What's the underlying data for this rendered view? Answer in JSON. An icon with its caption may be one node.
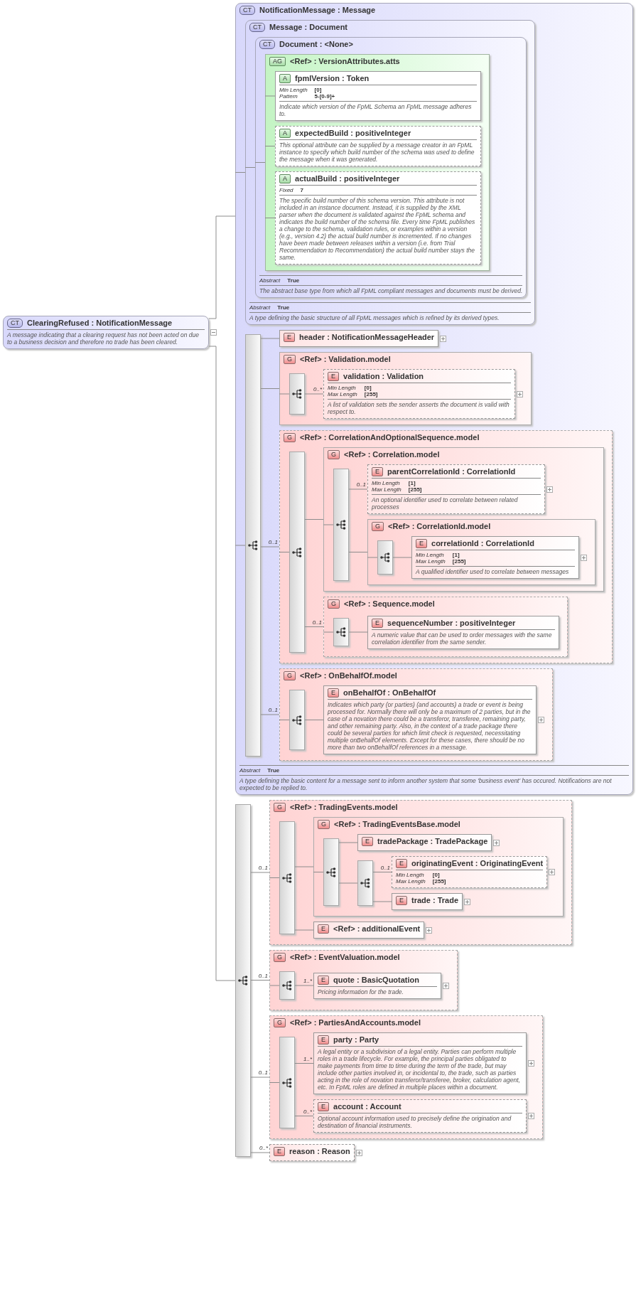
{
  "diagram": {
    "nodes": [
      {
        "text": [
          "CT",
          "ClearingRefused : NotificationMessage",
          "A message indicating that a clearing request has not been acted on due to a business decision and therefore no trade has been cleared."
        ]
      },
      {
        "text": [
          "CT",
          "NotificationMessage : Message",
          "Abstract",
          "True",
          "A type defining the basic content for a message sent to inform another system that some 'business event' has occured. Notifications are not expected to be replied to."
        ]
      },
      {
        "text": [
          "CT",
          "Message : Document",
          "Abstract",
          "True",
          "A type defining the basic structure of all FpML messages which is refined by its derived types."
        ],
        "in": 1
      },
      {
        "text": [
          "CT",
          "Document : <None>",
          "Abstract",
          "True",
          "The abstract base type from which all FpML compliant messages and documents must be derived."
        ],
        "in": 2
      },
      {
        "text": [
          "AG",
          "<Ref> : VersionAttributes.atts"
        ],
        "in": 3
      },
      {
        "text": [
          "A",
          "fpmlVersion : Token",
          "Min Length",
          "[0]",
          "Pattern",
          "5-[0-9]+",
          "Indicate which version of the FpML Schema an FpML message adheres to."
        ],
        "in": 4
      },
      {
        "text": [
          "A",
          "expectedBuild : positiveInteger",
          "This optional attribute can be supplied by a message creator in an FpML instance to specify which build number of the schema was used to define the message when it was generated."
        ],
        "in": 4
      },
      {
        "text": [
          "A",
          "actualBuild : positiveInteger",
          "Fixed",
          "7",
          "The specific build number of this schema version. This attribute is not included in an instance document. Instead, it is supplied by the XML parser when the document is validated against the FpML schema and indicates the build number of the schema file. Every time FpML publishes a change to the schema, validation rules, or examples within a version (e.g., version 4.2) the actual build number is incremented. If no changes have been made between releases within a version (i.e. from Trial Recommendation to Recommendation) the actual build number stays the same."
        ],
        "in": 4
      },
      {
        "text": [],
        "shape": "bar",
        "in": 1
      },
      {
        "text": [
          "E",
          "header : NotificationMessageHeader"
        ],
        "in": 1
      },
      {
        "text": [
          "G",
          "<Ref> : Validation.model"
        ],
        "in": 1
      },
      {
        "text": [],
        "shape": "bar",
        "in": 10
      },
      {
        "text": [
          "E",
          "validation : Validation",
          "Min Length",
          "[0]",
          "Max Length",
          "[255]",
          "A list of validation sets the sender asserts the document is valid with respect to."
        ],
        "in": 10
      },
      {
        "text": [
          "G",
          "<Ref> : CorrelationAndOptionalSequence.model"
        ],
        "in": 1
      },
      {
        "text": [],
        "shape": "bar",
        "in": 13
      },
      {
        "text": [
          "G",
          "<Ref> : Correlation.model"
        ],
        "in": 13
      },
      {
        "text": [],
        "shape": "bar",
        "in": 15
      },
      {
        "text": [
          "E",
          "parentCorrelationId : CorrelationId",
          "Min Length",
          "[1]",
          "Max Length",
          "[255]",
          "An optional identifier used to correlate between related processes"
        ],
        "in": 15
      },
      {
        "text": [
          "G",
          "<Ref> : CorrelationId.model"
        ],
        "in": 15
      },
      {
        "text": [],
        "shape": "bar",
        "in": 18
      },
      {
        "text": [
          "E",
          "correlationId : CorrelationId",
          "Min Length",
          "[1]",
          "Max Length",
          "[255]",
          "A qualified identifier used to correlate between messages"
        ],
        "in": 18
      },
      {
        "text": [
          "G",
          "<Ref> : Sequence.model"
        ],
        "in": 13
      },
      {
        "text": [],
        "shape": "bar",
        "in": 21
      },
      {
        "text": [
          "E",
          "sequenceNumber : positiveInteger",
          "A numeric value that can be used to order messages with the same correlation identifier from the same sender."
        ],
        "in": 21
      },
      {
        "text": [
          "G",
          "<Ref> : OnBehalfOf.model"
        ],
        "in": 1
      },
      {
        "text": [],
        "shape": "bar",
        "in": 24
      },
      {
        "text": [
          "E",
          "onBehalfOf : OnBehalfOf",
          "Indicates which party (or parties) (and accounts) a trade or event is being processed for. Normally there will only be a maximum of 2 parties, but in the case of a novation there could be a transferor, transferee, remaining party, and other remaining party. Also, in the context of a trade package there could be several parties for which limit check is requested, necessitating multiple onBehalfOf elements. Except for these cases, there should be no more than two onBehalfOf references in a message."
        ],
        "in": 24
      },
      {
        "text": [],
        "shape": "bar"
      },
      {
        "text": [
          "G",
          "<Ref> : TradingEvents.model"
        ]
      },
      {
        "text": [],
        "shape": "bar",
        "in": 28
      },
      {
        "text": [
          "G",
          "<Ref> : TradingEventsBase.model"
        ],
        "in": 28
      },
      {
        "text": [],
        "shape": "bar",
        "in": 30
      },
      {
        "text": [
          "E",
          "tradePackage : TradePackage"
        ],
        "in": 30
      },
      {
        "text": [],
        "shape": "bar",
        "in": 30
      },
      {
        "text": [
          "E",
          "originatingEvent : OriginatingEvent",
          "Min Length",
          "[0]",
          "Max Length",
          "[255]"
        ],
        "in": 30
      },
      {
        "text": [
          "E",
          "trade : Trade"
        ],
        "in": 30
      },
      {
        "text": [
          "E",
          "<Ref> : additionalEvent"
        ],
        "in": 28
      },
      {
        "text": [
          "G",
          "<Ref> : EventValuation.model"
        ]
      },
      {
        "text": [],
        "shape": "bar",
        "in": 37
      },
      {
        "text": [
          "E",
          "quote : BasicQuotation",
          "Pricing information for the trade."
        ],
        "in": 37
      },
      {
        "text": [
          "G",
          "<Ref> : PartiesAndAccounts.model"
        ]
      },
      {
        "text": [],
        "shape": "bar",
        "in": 40
      },
      {
        "text": [
          "E",
          "party : Party",
          "A legal entity or a subdivision of a legal entity. Parties can perform multiple roles in a trade lifecycle. For example, the principal parties obligated to make payments from time to time during the term of the trade, but may include other parties involved in, or incidental to, the trade, such as parties acting in the role of novation transferor/transferee, broker, calculation agent, etc. In FpML roles are defined in multiple places within a document."
        ],
        "in": 40
      },
      {
        "text": [
          "E",
          "account : Account",
          "Optional account information used to precisely define the origination and destination of financial instruments."
        ],
        "in": 40
      },
      {
        "text": [
          "E",
          "reason : Reason"
        ]
      }
    ],
    "edges": [
      {
        "from": 0,
        "to": 1,
        "arrow": "none"
      },
      {
        "from": 0,
        "to": 27,
        "arrow": "none"
      },
      {
        "from": 1,
        "to": 2,
        "arrow": "none"
      },
      {
        "from": 2,
        "to": 3,
        "arrow": "none"
      },
      {
        "from": 3,
        "to": 4,
        "arrow": "none"
      },
      {
        "from": 4,
        "to": 5,
        "arrow": "none"
      },
      {
        "from": 4,
        "to": 6,
        "arrow": "none"
      },
      {
        "from": 4,
        "to": 7,
        "arrow": "none"
      },
      {
        "from": 1,
        "to": 8,
        "arrow": "none"
      },
      {
        "from": 8,
        "to": 9,
        "arrow": "none"
      },
      {
        "from": 8,
        "to": 10,
        "arrow": "none"
      },
      {
        "from": 10,
        "to": 11,
        "arrow": "none"
      },
      {
        "from": 11,
        "to": 12,
        "arrow": "none",
        "label": "0..*"
      },
      {
        "from": 8,
        "to": 13,
        "arrow": "none",
        "label": "0..1"
      },
      {
        "from": 13,
        "to": 14,
        "arrow": "none"
      },
      {
        "from": 14,
        "to": 15,
        "arrow": "none"
      },
      {
        "from": 15,
        "to": 16,
        "arrow": "none"
      },
      {
        "from": 16,
        "to": 17,
        "arrow": "none",
        "label": "0..1"
      },
      {
        "from": 16,
        "to": 18,
        "arrow": "none"
      },
      {
        "from": 18,
        "to": 19,
        "arrow": "none"
      },
      {
        "from": 19,
        "to": 20,
        "arrow": "none"
      },
      {
        "from": 14,
        "to": 21,
        "arrow": "none",
        "label": "0..1"
      },
      {
        "from": 21,
        "to": 22,
        "arrow": "none"
      },
      {
        "from": 22,
        "to": 23,
        "arrow": "none"
      },
      {
        "from": 8,
        "to": 24,
        "arrow": "none",
        "label": "0..1"
      },
      {
        "from": 24,
        "to": 25,
        "arrow": "none"
      },
      {
        "from": 25,
        "to": 26,
        "arrow": "none"
      },
      {
        "from": 27,
        "to": 28,
        "arrow": "none",
        "label": "0..1"
      },
      {
        "from": 28,
        "to": 29,
        "arrow": "none"
      },
      {
        "from": 29,
        "to": 30,
        "arrow": "none"
      },
      {
        "from": 30,
        "to": 31,
        "arrow": "none"
      },
      {
        "from": 31,
        "to": 32,
        "arrow": "none"
      },
      {
        "from": 31,
        "to": 33,
        "arrow": "none"
      },
      {
        "from": 33,
        "to": 34,
        "arrow": "none",
        "label": "0..1"
      },
      {
        "from": 33,
        "to": 35,
        "arrow": "none"
      },
      {
        "from": 29,
        "to": 36,
        "arrow": "none"
      },
      {
        "from": 27,
        "to": 37,
        "arrow": "none",
        "label": "0..1"
      },
      {
        "from": 37,
        "to": 38,
        "arrow": "none"
      },
      {
        "from": 38,
        "to": 39,
        "arrow": "none",
        "label": "1..*"
      },
      {
        "from": 27,
        "to": 40,
        "arrow": "none",
        "label": "0..1"
      },
      {
        "from": 40,
        "to": 41,
        "arrow": "none"
      },
      {
        "from": 41,
        "to": 42,
        "arrow": "none",
        "label": "1..*"
      },
      {
        "from": 41,
        "to": 43,
        "arrow": "none",
        "label": "0..*"
      },
      {
        "from": 27,
        "to": 44,
        "arrow": "none",
        "label": "0..*"
      }
    ]
  }
}
